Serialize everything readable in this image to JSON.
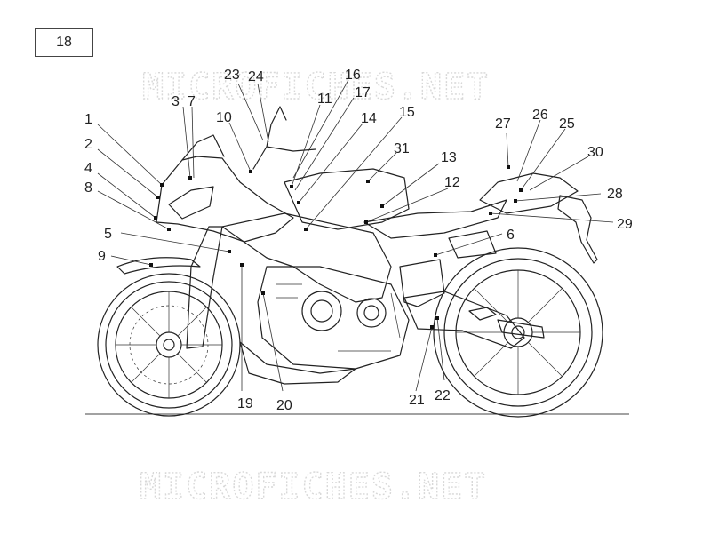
{
  "page_number": "18",
  "watermark": "MICROFICHES.NET",
  "callouts": [
    "1",
    "2",
    "3",
    "4",
    "5",
    "6",
    "7",
    "8",
    "9",
    "10",
    "11",
    "12",
    "13",
    "14",
    "15",
    "16",
    "17",
    "19",
    "20",
    "21",
    "22",
    "23",
    "24",
    "25",
    "26",
    "27",
    "28",
    "29",
    "30",
    "31"
  ]
}
